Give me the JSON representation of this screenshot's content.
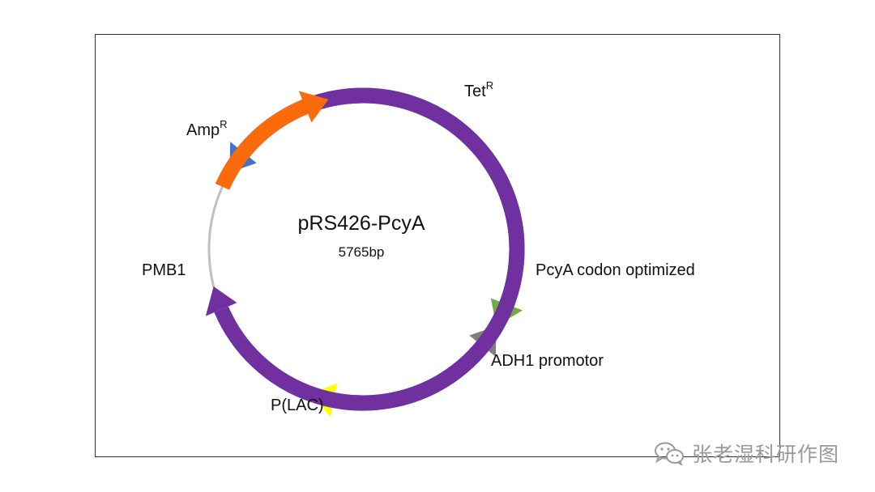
{
  "plasmid": {
    "name": "pRS426-PcyA",
    "size": "5765bp",
    "backbone_color": "#c0c0c0",
    "features": [
      {
        "id": "tet",
        "base": "Tet",
        "sup": "R",
        "color": "#70ad47",
        "start": 352,
        "end": 120,
        "dir": "cw"
      },
      {
        "id": "pcya",
        "base": "PcyA codon optimized",
        "sup": "",
        "color": "#7f7f7f",
        "start": 165,
        "end": 120,
        "dir": "ccw"
      },
      {
        "id": "adh1",
        "base": "ADH1 promotor",
        "sup": "",
        "color": "#ffff00",
        "start": 160,
        "end": 200,
        "dir": "cw"
      },
      {
        "id": "plac",
        "base": "P(LAC)",
        "sup": "",
        "color": "#4472c4",
        "start": 244,
        "end": 300,
        "dir": "ccw"
      },
      {
        "id": "pmb1",
        "base": "PMB1",
        "sup": "",
        "color": "#7030a0",
        "start": 304,
        "end": 256,
        "dir": "cw"
      },
      {
        "id": "amp",
        "base": "Amp",
        "sup": "R",
        "color": "#fb6a0b",
        "start": 294,
        "end": 347,
        "dir": "cw"
      }
    ]
  },
  "watermark": {
    "icon": "wechat-icon",
    "text": "张老湿科研作图"
  }
}
